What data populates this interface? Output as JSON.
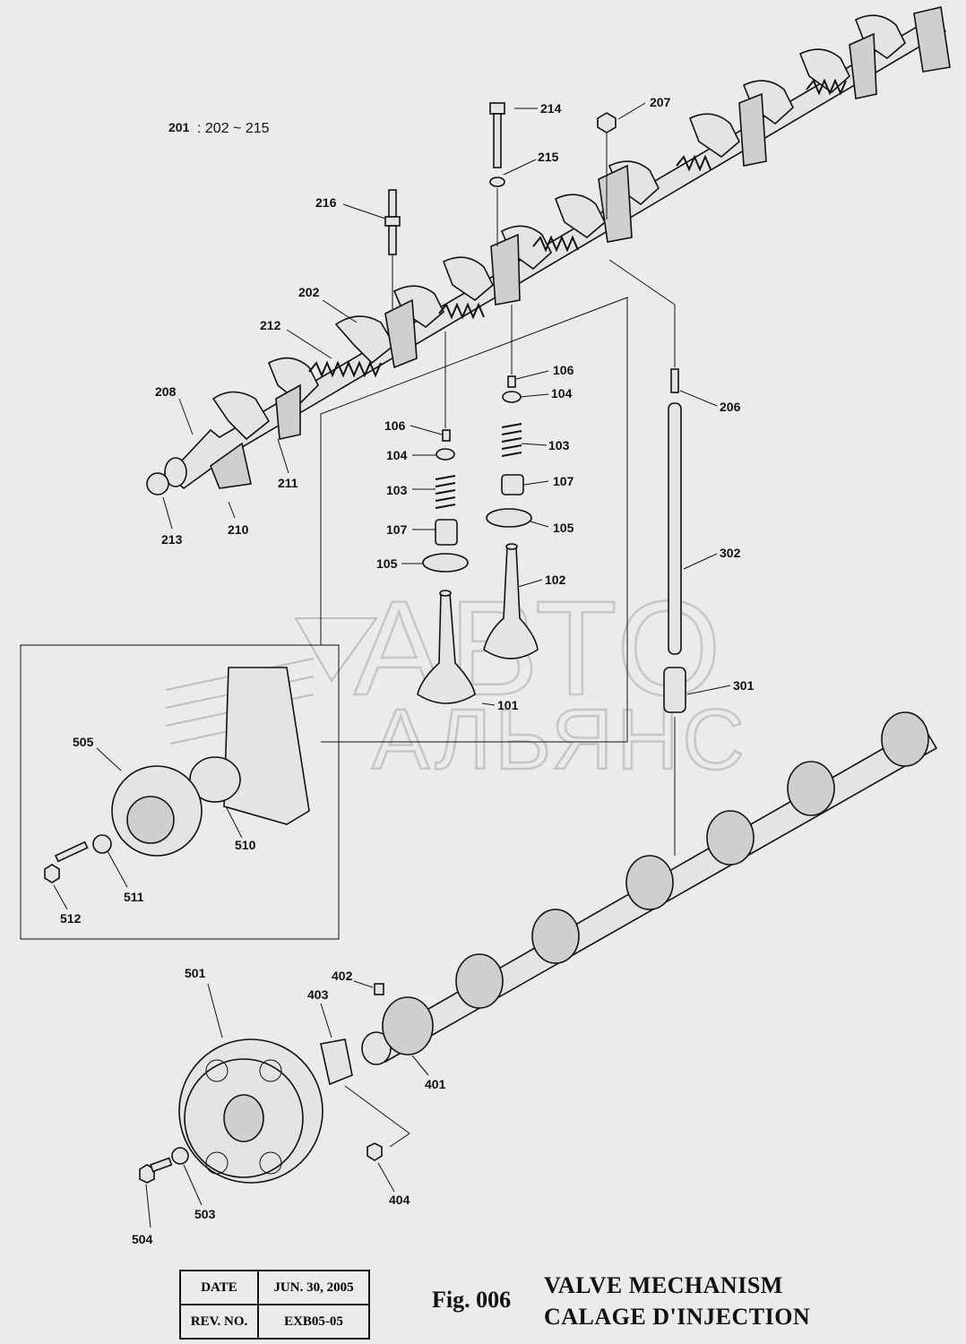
{
  "assembly_ref": {
    "number": "201",
    "range": ": 202 ~ 215"
  },
  "callouts": {
    "c214": "214",
    "c207": "207",
    "c215": "215",
    "c216": "216",
    "c202": "202",
    "c212": "212",
    "c208": "208",
    "c211": "211",
    "c210": "210",
    "c213": "213",
    "c106a": "106",
    "c104a": "104",
    "c103a": "103",
    "c107a": "107",
    "c105a": "105",
    "c102": "102",
    "c106b": "106",
    "c104b": "104",
    "c103b": "103",
    "c107b": "107",
    "c105b": "105",
    "c101": "101",
    "c206": "206",
    "c302": "302",
    "c301": "301",
    "c505": "505",
    "c510": "510",
    "c511": "511",
    "c512": "512",
    "c501": "501",
    "c402": "402",
    "c403": "403",
    "c401": "401",
    "c503": "503",
    "c504": "504",
    "c404": "404"
  },
  "watermark": {
    "line1": "АВТО",
    "line2": "АЛЬЯНС"
  },
  "title_block": {
    "date_label": "DATE",
    "date_value": "JUN. 30, 2005",
    "rev_label": "REV. NO.",
    "rev_value": "EXB05-05"
  },
  "figure_number": "Fig. 006",
  "title_en": "VALVE MECHANISM",
  "title_fr": "CALAGE D'INJECTION"
}
